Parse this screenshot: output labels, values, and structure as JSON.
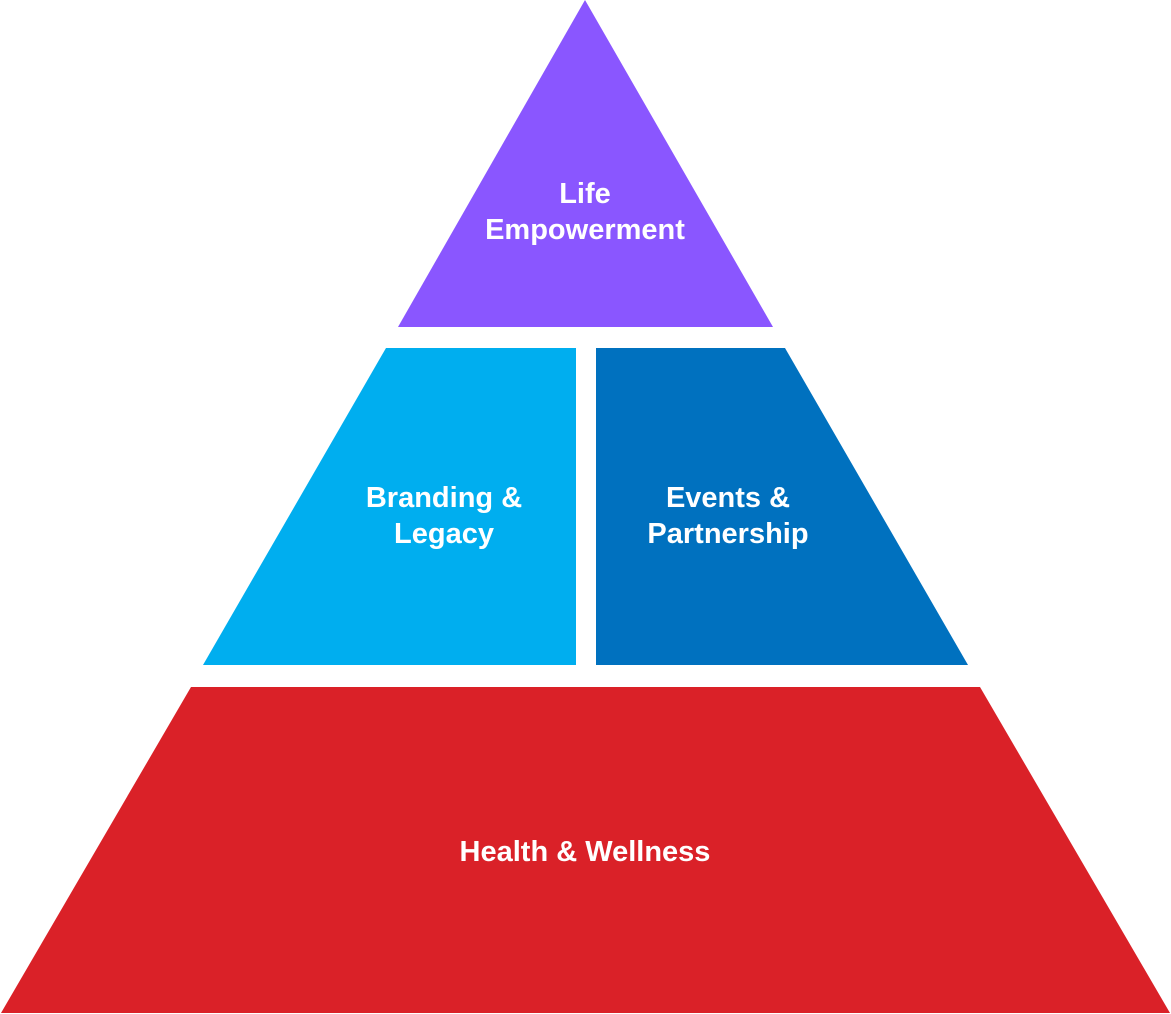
{
  "pyramid": {
    "top": {
      "label_line1": "Life",
      "label_line2": "Empowerment",
      "color": "#8A56FF"
    },
    "middle_left": {
      "label_line1": "Branding &",
      "label_line2": "Legacy",
      "color": "#00AEEF"
    },
    "middle_right": {
      "label_line1": "Events &",
      "label_line2": "Partnership",
      "color": "#0071BF"
    },
    "bottom": {
      "label": "Health & Wellness",
      "color": "#DA2128"
    }
  }
}
